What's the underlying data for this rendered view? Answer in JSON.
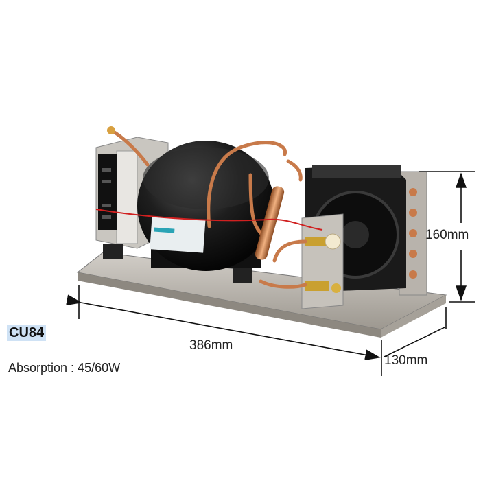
{
  "product": {
    "model": "CU84",
    "absorption": "Absorption : 45/60W"
  },
  "dimensions": {
    "width": "386mm",
    "depth": "130mm",
    "height": "160mm"
  },
  "colors": {
    "model_highlight": "#cfe2f5",
    "compressor": "#1a1a1a",
    "copper": "#c87a4a",
    "base_plate": "#b9b4ad"
  }
}
